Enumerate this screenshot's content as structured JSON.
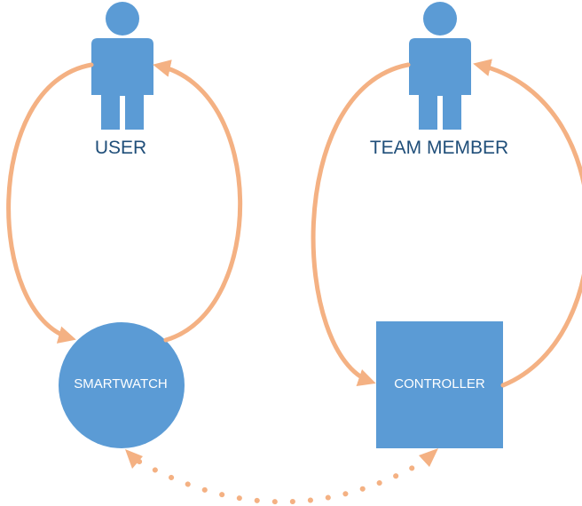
{
  "actors": {
    "user": {
      "label": "USER",
      "icon": "person-icon"
    },
    "team_member": {
      "label": "TEAM MEMBER",
      "icon": "person-icon"
    }
  },
  "nodes": {
    "smartwatch": {
      "label": "SMARTWATCH",
      "shape": "circle"
    },
    "controller": {
      "label": "CONTROLLER",
      "shape": "square"
    }
  },
  "connections": [
    {
      "from": "USER",
      "to": "SMARTWATCH",
      "style": "solid"
    },
    {
      "from": "SMARTWATCH",
      "to": "USER",
      "style": "solid"
    },
    {
      "from": "TEAM MEMBER",
      "to": "CONTROLLER",
      "style": "solid"
    },
    {
      "from": "CONTROLLER",
      "to": "TEAM MEMBER",
      "style": "solid"
    },
    {
      "from": "SMARTWATCH",
      "to": "CONTROLLER",
      "style": "dotted",
      "bidirectional": true
    }
  ],
  "colors": {
    "shape_fill": "#5b9bd5",
    "arrow": "#f4b183",
    "label_text": "#1f4e79",
    "node_text": "#ffffff"
  }
}
